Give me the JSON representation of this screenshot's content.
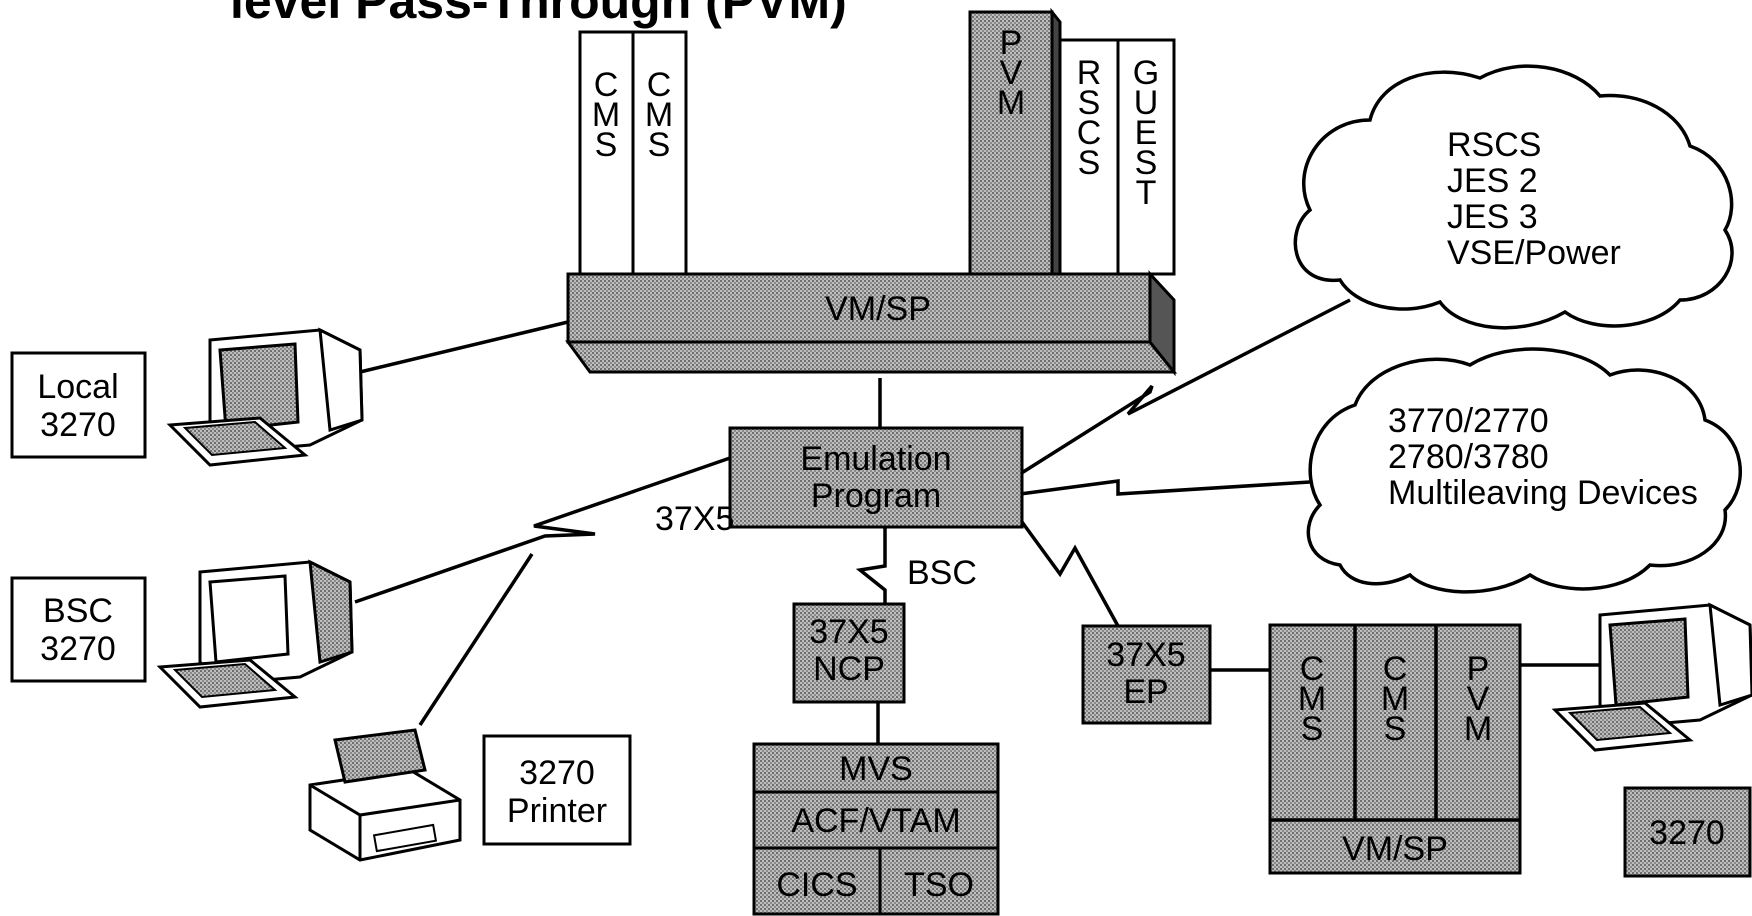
{
  "title": "level Pass-Through (PVM)",
  "colors": {
    "shaded_fill": "#a6a6a6",
    "line": "#000000",
    "background": "#ffffff"
  },
  "host": {
    "columns": [
      {
        "label": "CMS",
        "shaded": false
      },
      {
        "label": "CMS",
        "shaded": false
      },
      {
        "label": "PVM",
        "shaded": true
      },
      {
        "label": "RSCS",
        "shaded": false
      },
      {
        "label": "GUEST",
        "shaded": false
      }
    ],
    "base": "VM/SP"
  },
  "emulation_program": {
    "line1": "Emulation",
    "line2": "Program",
    "tag": "37X5"
  },
  "bsc_link_label": "BSC",
  "ncp": {
    "line1": "37X5",
    "line2": "NCP"
  },
  "mvs_stack": {
    "top": "MVS",
    "middle": "ACF/VTAM",
    "bottom_left": "CICS",
    "bottom_right": "TSO"
  },
  "ep_box": {
    "line1": "37X5",
    "line2": "EP"
  },
  "remote_vm": {
    "columns": [
      {
        "label": "CMS"
      },
      {
        "label": "CMS"
      },
      {
        "label": "PVM"
      }
    ],
    "base": "VM/SP"
  },
  "remote_terminal_label": "3270",
  "clouds": {
    "upper": [
      "RSCS",
      "JES 2",
      "JES 3",
      "VSE/Power"
    ],
    "lower": [
      "3770/2770",
      "2780/3780",
      "Multileaving Devices"
    ]
  },
  "local_terminal": {
    "line1": "Local",
    "line2": "3270"
  },
  "bsc_terminal": {
    "line1": "BSC",
    "line2": "3270"
  },
  "printer": {
    "line1": "3270",
    "line2": "Printer"
  },
  "icons": [
    "terminal-icon",
    "printer-icon",
    "cloud-icon"
  ]
}
